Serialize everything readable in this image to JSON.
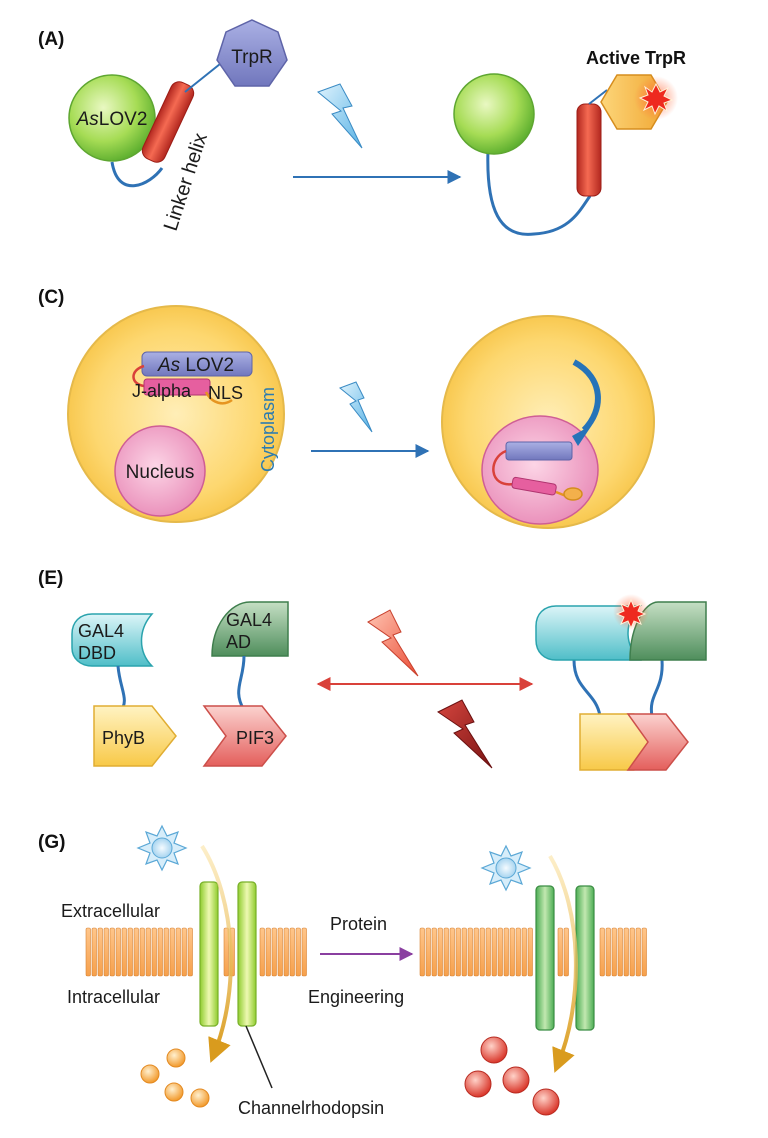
{
  "panels": {
    "a": {
      "label": "(A)",
      "aslov2_prefix": "As",
      "aslov2_suffix": "LOV2",
      "linker": "Linker helix",
      "trpr": "TrpR",
      "active_trpr": "Active TrpR"
    },
    "c": {
      "label": "(C)",
      "aslov2_prefix": "As",
      "aslov2_suffix": " LOV2",
      "jalpha": "J-alpha",
      "nls": "NLS",
      "nucleus": "Nucleus",
      "cytoplasm": "Cytoplasm"
    },
    "e": {
      "label": "(E)",
      "gal4dbd_l1": "GAL4",
      "gal4dbd_l2": "DBD",
      "gal4ad_l1": "GAL4",
      "gal4ad_l2": "AD",
      "phyb": "PhyB",
      "pif3": "PIF3"
    },
    "g": {
      "label": "(G)",
      "extracellular": "Extracellular",
      "intracellular": "Intracellular",
      "protein": "Protein",
      "engineering": "Engineering",
      "channelrhodopsin": "Channelrhodopsin"
    }
  },
  "colors": {
    "blue_line": "#2f72b5",
    "red_arrow": "#d9413a",
    "purple_arrow": "#8a3fa0",
    "cytoplasm_text": "#2b7bb0",
    "cell_fill": "#fcd771",
    "cell_stroke": "#e5b94a",
    "nucleus_fill": "#ec98be",
    "nucleus_stroke": "#cf5e95"
  }
}
